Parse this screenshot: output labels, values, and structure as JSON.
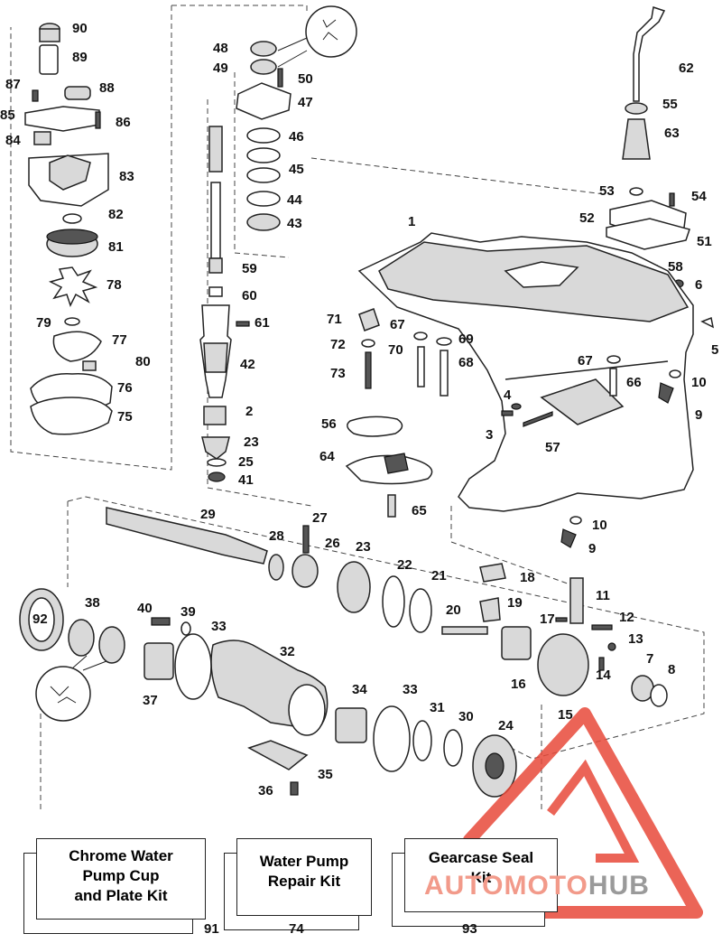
{
  "labels": {
    "p1": "1",
    "p2": "2",
    "p3": "3",
    "p4": "4",
    "p5": "5",
    "p6": "6",
    "p7": "7",
    "p8": "8",
    "p9a": "9",
    "p9b": "9",
    "p10a": "10",
    "p10b": "10",
    "p11": "11",
    "p12": "12",
    "p13": "13",
    "p14": "14",
    "p15": "15",
    "p16": "16",
    "p17": "17",
    "p18": "18",
    "p19": "19",
    "p20": "20",
    "p21": "21",
    "p22": "22",
    "p23a": "23",
    "p23b": "23",
    "p24": "24",
    "p25": "25",
    "p26": "26",
    "p27": "27",
    "p28": "28",
    "p29": "29",
    "p30": "30",
    "p31": "31",
    "p32": "32",
    "p33a": "33",
    "p33b": "33",
    "p34": "34",
    "p35": "35",
    "p36": "36",
    "p37": "37",
    "p38": "38",
    "p39": "39",
    "p40": "40",
    "p41": "41",
    "p42": "42",
    "p43": "43",
    "p44": "44",
    "p45": "45",
    "p46": "46",
    "p47": "47",
    "p48": "48",
    "p49": "49",
    "p50": "50",
    "p51": "51",
    "p52": "52",
    "p53": "53",
    "p54": "54",
    "p55": "55",
    "p56": "56",
    "p57": "57",
    "p58": "58",
    "p59": "59",
    "p60": "60",
    "p61": "61",
    "p62": "62",
    "p63": "63",
    "p64": "64",
    "p65": "65",
    "p66": "66",
    "p67a": "67",
    "p67b": "67",
    "p68": "68",
    "p69": "69",
    "p70": "70",
    "p71": "71",
    "p72": "72",
    "p73": "73",
    "p75": "75",
    "p76": "76",
    "p77": "77",
    "p78": "78",
    "p79": "79",
    "p80": "80",
    "p81": "81",
    "p82": "82",
    "p83": "83",
    "p84": "84",
    "p85": "85",
    "p86": "86",
    "p87": "87",
    "p88": "88",
    "p89": "89",
    "p90": "90",
    "p92": "92"
  },
  "kits": [
    {
      "line1": "Chrome Water",
      "line2": "Pump Cup",
      "line3": "and Plate Kit",
      "number": "91"
    },
    {
      "line1": "Water Pump",
      "line2": "Repair Kit",
      "number": "74"
    },
    {
      "line1": "Gearcase Seal",
      "line2": "Kit",
      "number": "93"
    }
  ],
  "watermark": {
    "part1": "AUTOMOTO",
    "part2": "HUB",
    "color1": "#f29a8a",
    "color2": "#9a9a9a",
    "logo_color": "#e84a3a"
  }
}
